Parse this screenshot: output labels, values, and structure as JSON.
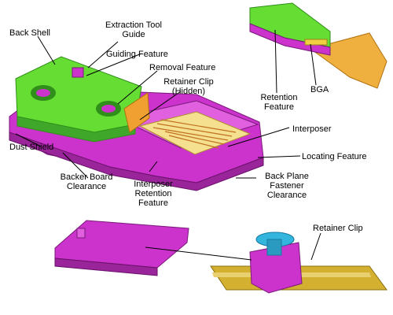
{
  "labels": {
    "back_shell": "Back Shell",
    "extraction_tool_guide_1": "Extraction Tool",
    "extraction_tool_guide_2": "Guide",
    "guiding_feature": "Guiding Feature",
    "removal_feature": "Removal Feature",
    "retainer_clip_hidden_1": "Retainer Clip",
    "retainer_clip_hidden_2": "(Hidden)",
    "retention_feature_1": "Retention",
    "retention_feature_2": "Feature",
    "bga": "BGA",
    "interposer": "Interposer",
    "locating_feature": "Locating Feature",
    "dust_shield": "Dust Shield",
    "backer_board_clearance_1": "Backer Board",
    "backer_board_clearance_2": "Clearance",
    "interposer_retention_feature_1": "Interposer",
    "interposer_retention_feature_2": "Retention",
    "interposer_retention_feature_3": "Feature",
    "back_plane_fastener_clearance_1": "Back Plane",
    "back_plane_fastener_clearance_2": "Fastener",
    "back_plane_fastener_clearance_3": "Clearance",
    "retainer_clip": "Retainer Clip"
  },
  "colors": {
    "magenta": "#cc33cc",
    "magenta_dark": "#8a1f8a",
    "green": "#66dd33",
    "green_dark": "#2f8f1a",
    "orange": "#f0a030",
    "yellow": "#f0d040",
    "cyan": "#33b5dd",
    "leader": "#000000"
  }
}
